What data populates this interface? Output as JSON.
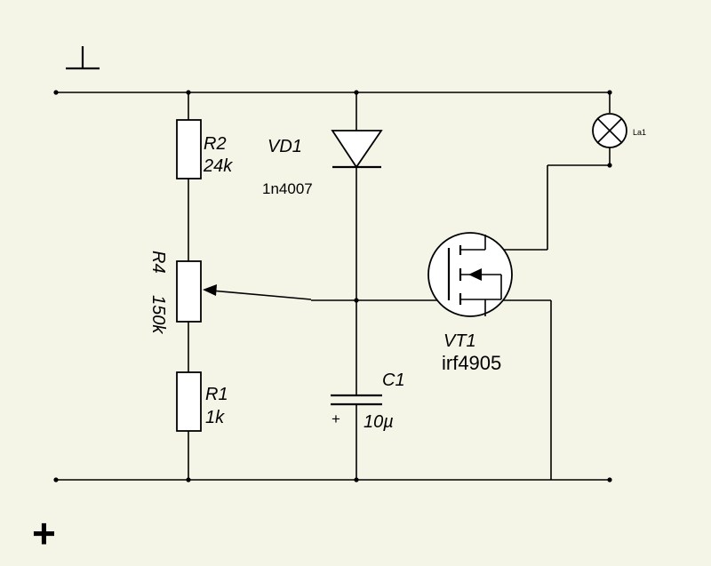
{
  "diagram": {
    "background": "#f4f4e7",
    "stroke_color": "#000000",
    "components": {
      "r2": {
        "ref": "R2",
        "value": "24k"
      },
      "r4": {
        "ref": "R4",
        "value": "150k"
      },
      "r1": {
        "ref": "R1",
        "value": "1k"
      },
      "vd1": {
        "ref": "VD1",
        "value": "1n4007"
      },
      "c1": {
        "ref": "C1",
        "value": "10µ",
        "polarity": "+"
      },
      "vt1": {
        "ref": "VT1",
        "value": "irf4905"
      },
      "la1": {
        "ref": "La1"
      }
    },
    "terminals": {
      "minus": "⊥",
      "plus": "+"
    }
  }
}
